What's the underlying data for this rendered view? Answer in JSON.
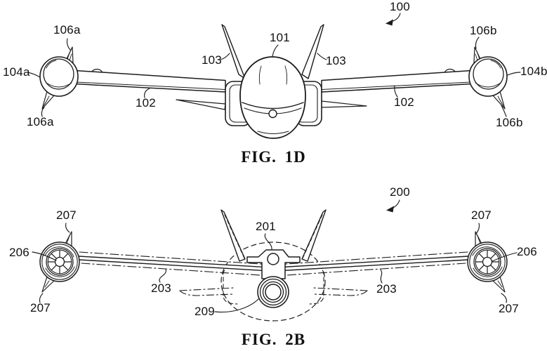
{
  "page": {
    "background": "#ffffff",
    "line_color": "#1c1c1c",
    "description_labels": "patent-style line drawing, front views of tiltable-propulsion aircraft"
  },
  "figure_1d": {
    "caption": "FIG. 1D",
    "refs": {
      "r100": "100",
      "r101": "101",
      "r102": "102",
      "r103": "103",
      "r104a": "104a",
      "r104b": "104b",
      "r106a": "106a",
      "r106b": "106b"
    }
  },
  "figure_2b": {
    "caption": "FIG. 2B",
    "refs": {
      "r200": "200",
      "r201": "201",
      "r203": "203",
      "r206": "206",
      "r207": "207",
      "r209": "209"
    }
  }
}
